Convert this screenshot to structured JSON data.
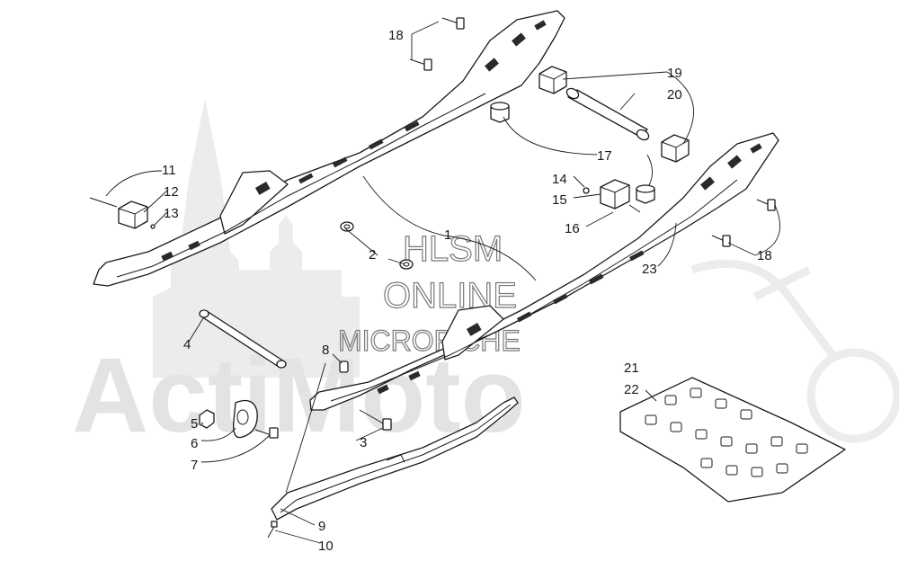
{
  "watermark": {
    "brand": "ActiMoto",
    "line1": "HLSM",
    "line2": "ONLINE",
    "line3": "MICROFICHE"
  },
  "callouts": [
    {
      "id": "c1",
      "label": "1"
    },
    {
      "id": "c2",
      "label": "2"
    },
    {
      "id": "c3",
      "label": "3"
    },
    {
      "id": "c4",
      "label": "4"
    },
    {
      "id": "c5",
      "label": "5"
    },
    {
      "id": "c6",
      "label": "6"
    },
    {
      "id": "c7",
      "label": "7"
    },
    {
      "id": "c8",
      "label": "8"
    },
    {
      "id": "c9",
      "label": "9"
    },
    {
      "id": "c10",
      "label": "10"
    },
    {
      "id": "c11",
      "label": "11"
    },
    {
      "id": "c12",
      "label": "12"
    },
    {
      "id": "c13",
      "label": "13"
    },
    {
      "id": "c14",
      "label": "14"
    },
    {
      "id": "c15",
      "label": "15"
    },
    {
      "id": "c16",
      "label": "16"
    },
    {
      "id": "c17",
      "label": "17"
    },
    {
      "id": "c18a",
      "label": "18"
    },
    {
      "id": "c18b",
      "label": "18"
    },
    {
      "id": "c19",
      "label": "19"
    },
    {
      "id": "c20",
      "label": "20"
    },
    {
      "id": "c21",
      "label": "21"
    },
    {
      "id": "c22",
      "label": "22"
    },
    {
      "id": "c23",
      "label": "23"
    }
  ]
}
